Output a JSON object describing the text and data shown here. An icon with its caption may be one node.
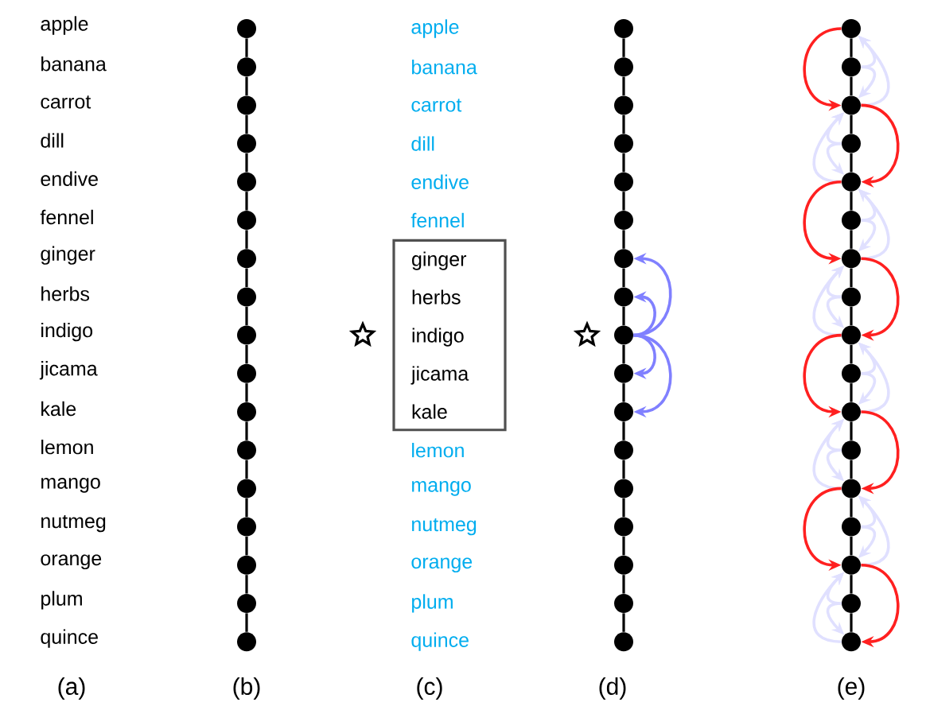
{
  "diagram": {
    "nodes": [
      {
        "text": [],
        "shape": "circle"
      },
      {
        "text": [],
        "shape": "circle"
      },
      {
        "text": [],
        "shape": "circle"
      },
      {
        "text": [],
        "shape": "circle"
      },
      {
        "text": [],
        "shape": "circle"
      },
      {
        "text": [],
        "shape": "circle"
      },
      {
        "text": [],
        "shape": "circle"
      },
      {
        "text": [],
        "shape": "circle"
      },
      {
        "text": [],
        "shape": "circle"
      },
      {
        "text": [],
        "shape": "circle"
      },
      {
        "text": [],
        "shape": "circle"
      },
      {
        "text": [],
        "shape": "circle"
      },
      {
        "text": [],
        "shape": "circle"
      },
      {
        "text": [],
        "shape": "circle"
      },
      {
        "text": [],
        "shape": "circle"
      },
      {
        "text": [],
        "shape": "circle"
      },
      {
        "text": [],
        "shape": "circle"
      },
      {
        "text": [
          "ginger",
          "herbs",
          "indigo",
          "jicama",
          "kale"
        ]
      },
      {
        "text": [],
        "shape": "circle"
      },
      {
        "text": [],
        "shape": "circle"
      },
      {
        "text": [],
        "shape": "circle"
      },
      {
        "text": [],
        "shape": "circle"
      },
      {
        "text": [],
        "shape": "circle"
      },
      {
        "text": [],
        "shape": "circle"
      },
      {
        "text": [],
        "shape": "circle"
      },
      {
        "text": [],
        "shape": "circle"
      },
      {
        "text": [],
        "shape": "circle"
      },
      {
        "text": [],
        "shape": "circle"
      },
      {
        "text": [],
        "shape": "circle"
      },
      {
        "text": [],
        "shape": "circle"
      },
      {
        "text": [],
        "shape": "circle"
      },
      {
        "text": [],
        "shape": "circle"
      },
      {
        "text": [],
        "shape": "circle"
      },
      {
        "text": [],
        "shape": "circle"
      },
      {
        "text": [],
        "shape": "circle"
      },
      {
        "text": [],
        "shape": "circle"
      },
      {
        "text": [],
        "shape": "circle"
      },
      {
        "text": [],
        "shape": "circle"
      },
      {
        "text": [],
        "shape": "circle"
      },
      {
        "text": [],
        "shape": "circle"
      },
      {
        "text": [],
        "shape": "circle"
      },
      {
        "text": [],
        "shape": "circle"
      },
      {
        "text": [],
        "shape": "circle"
      },
      {
        "text": [],
        "shape": "circle"
      },
      {
        "text": [],
        "shape": "circle"
      },
      {
        "text": [],
        "shape": "circle"
      },
      {
        "text": [],
        "shape": "circle"
      },
      {
        "text": [],
        "shape": "circle"
      },
      {
        "text": [],
        "shape": "circle"
      },
      {
        "text": [],
        "shape": "circle"
      },
      {
        "text": [],
        "shape": "circle"
      },
      {
        "text": [],
        "shape": "circle"
      }
    ],
    "edges": [
      {
        "from": 0,
        "to": 1,
        "arrow": "none"
      },
      {
        "from": 1,
        "to": 2,
        "arrow": "none"
      },
      {
        "from": 2,
        "to": 3,
        "arrow": "none"
      },
      {
        "from": 3,
        "to": 4,
        "arrow": "none"
      },
      {
        "from": 4,
        "to": 5,
        "arrow": "none"
      },
      {
        "from": 5,
        "to": 6,
        "arrow": "none"
      },
      {
        "from": 6,
        "to": 7,
        "arrow": "none"
      },
      {
        "from": 7,
        "to": 8,
        "arrow": "none"
      },
      {
        "from": 8,
        "to": 9,
        "arrow": "none"
      },
      {
        "from": 9,
        "to": 10,
        "arrow": "none"
      },
      {
        "from": 10,
        "to": 11,
        "arrow": "none"
      },
      {
        "from": 11,
        "to": 12,
        "arrow": "none"
      },
      {
        "from": 12,
        "to": 13,
        "arrow": "none"
      },
      {
        "from": 13,
        "to": 14,
        "arrow": "none"
      },
      {
        "from": 14,
        "to": 15,
        "arrow": "none"
      },
      {
        "from": 15,
        "to": 16,
        "arrow": "none"
      },
      {
        "from": 18,
        "to": 19,
        "arrow": "none"
      },
      {
        "from": 19,
        "to": 20,
        "arrow": "none"
      },
      {
        "from": 20,
        "to": 21,
        "arrow": "none"
      },
      {
        "from": 21,
        "to": 22,
        "arrow": "none"
      },
      {
        "from": 22,
        "to": 23,
        "arrow": "none"
      },
      {
        "from": 23,
        "to": 24,
        "arrow": "none"
      },
      {
        "from": 24,
        "to": 25,
        "arrow": "none"
      },
      {
        "from": 25,
        "to": 26,
        "arrow": "none"
      },
      {
        "from": 26,
        "to": 27,
        "arrow": "none"
      },
      {
        "from": 27,
        "to": 28,
        "arrow": "none"
      },
      {
        "from": 28,
        "to": 29,
        "arrow": "none"
      },
      {
        "from": 29,
        "to": 30,
        "arrow": "none"
      },
      {
        "from": 30,
        "to": 31,
        "arrow": "none"
      },
      {
        "from": 31,
        "to": 32,
        "arrow": "none"
      },
      {
        "from": 32,
        "to": 33,
        "arrow": "none"
      },
      {
        "from": 33,
        "to": 34,
        "arrow": "none"
      },
      {
        "from": 26,
        "to": 24,
        "arrow": "to",
        "color": "#8080ff"
      },
      {
        "from": 26,
        "to": 25,
        "arrow": "to",
        "color": "#8080ff"
      },
      {
        "from": 26,
        "to": 27,
        "arrow": "to",
        "color": "#8080ff"
      },
      {
        "from": 26,
        "to": 28,
        "arrow": "to",
        "color": "#8080ff"
      },
      {
        "from": 35,
        "to": 36,
        "arrow": "none"
      },
      {
        "from": 36,
        "to": 37,
        "arrow": "none"
      },
      {
        "from": 37,
        "to": 38,
        "arrow": "none"
      },
      {
        "from": 38,
        "to": 39,
        "arrow": "none"
      },
      {
        "from": 39,
        "to": 40,
        "arrow": "none"
      },
      {
        "from": 40,
        "to": 41,
        "arrow": "none"
      },
      {
        "from": 41,
        "to": 42,
        "arrow": "none"
      },
      {
        "from": 42,
        "to": 43,
        "arrow": "none"
      },
      {
        "from": 43,
        "to": 44,
        "arrow": "none"
      },
      {
        "from": 44,
        "to": 45,
        "arrow": "none"
      },
      {
        "from": 45,
        "to": 46,
        "arrow": "none"
      },
      {
        "from": 46,
        "to": 47,
        "arrow": "none"
      },
      {
        "from": 47,
        "to": 48,
        "arrow": "none"
      },
      {
        "from": 48,
        "to": 49,
        "arrow": "none"
      },
      {
        "from": 49,
        "to": 50,
        "arrow": "none"
      },
      {
        "from": 50,
        "to": 51,
        "arrow": "none"
      },
      {
        "from": 37,
        "to": 35,
        "arrow": "to",
        "color": "#e0e0ff"
      },
      {
        "from": 36,
        "to": 35,
        "arrow": "to",
        "color": "#e0e0ff"
      },
      {
        "from": 36,
        "to": 37,
        "arrow": "to",
        "color": "#e0e0ff"
      },
      {
        "from": 39,
        "to": 37,
        "arrow": "to",
        "color": "#e0e0ff"
      },
      {
        "from": 38,
        "to": 37,
        "arrow": "to",
        "color": "#e0e0ff"
      },
      {
        "from": 38,
        "to": 39,
        "arrow": "to",
        "color": "#e0e0ff"
      },
      {
        "from": 41,
        "to": 39,
        "arrow": "to",
        "color": "#e0e0ff"
      },
      {
        "from": 40,
        "to": 39,
        "arrow": "to",
        "color": "#e0e0ff"
      },
      {
        "from": 40,
        "to": 41,
        "arrow": "to",
        "color": "#e0e0ff"
      },
      {
        "from": 43,
        "to": 41,
        "arrow": "to",
        "color": "#e0e0ff"
      },
      {
        "from": 42,
        "to": 41,
        "arrow": "to",
        "color": "#e0e0ff"
      },
      {
        "from": 42,
        "to": 43,
        "arrow": "to",
        "color": "#e0e0ff"
      },
      {
        "from": 45,
        "to": 43,
        "arrow": "to",
        "color": "#e0e0ff"
      },
      {
        "from": 44,
        "to": 43,
        "arrow": "to",
        "color": "#e0e0ff"
      },
      {
        "from": 44,
        "to": 45,
        "arrow": "to",
        "color": "#e0e0ff"
      },
      {
        "from": 47,
        "to": 45,
        "arrow": "to",
        "color": "#e0e0ff"
      },
      {
        "from": 46,
        "to": 45,
        "arrow": "to",
        "color": "#e0e0ff"
      },
      {
        "from": 46,
        "to": 47,
        "arrow": "to",
        "color": "#e0e0ff"
      },
      {
        "from": 49,
        "to": 47,
        "arrow": "to",
        "color": "#e0e0ff"
      },
      {
        "from": 48,
        "to": 47,
        "arrow": "to",
        "color": "#e0e0ff"
      },
      {
        "from": 48,
        "to": 49,
        "arrow": "to",
        "color": "#e0e0ff"
      },
      {
        "from": 51,
        "to": 49,
        "arrow": "to",
        "color": "#e0e0ff"
      },
      {
        "from": 50,
        "to": 49,
        "arrow": "to",
        "color": "#e0e0ff"
      },
      {
        "from": 50,
        "to": 51,
        "arrow": "to",
        "color": "#e0e0ff"
      },
      {
        "from": 35,
        "to": 37,
        "arrow": "to",
        "color": "#ff2020"
      },
      {
        "from": 37,
        "to": 39,
        "arrow": "to",
        "color": "#ff2020"
      },
      {
        "from": 39,
        "to": 41,
        "arrow": "to",
        "color": "#ff2020"
      },
      {
        "from": 41,
        "to": 43,
        "arrow": "to",
        "color": "#ff2020"
      },
      {
        "from": 43,
        "to": 45,
        "arrow": "to",
        "color": "#ff2020"
      },
      {
        "from": 45,
        "to": 47,
        "arrow": "to",
        "color": "#ff2020"
      },
      {
        "from": 47,
        "to": 49,
        "arrow": "to",
        "color": "#ff2020"
      },
      {
        "from": 49,
        "to": 51,
        "arrow": "to",
        "color": "#ff2020"
      }
    ],
    "labels": [
      "apple",
      "banana",
      "carrot",
      "dill",
      "endive",
      "fennel",
      "ginger",
      "herbs",
      "indigo",
      "jicama",
      "kale",
      "lemon",
      "mango",
      "nutmeg",
      "orange",
      "plum",
      "quince",
      "apple",
      "banana",
      "carrot",
      "dill",
      "endive",
      "fennel",
      "lemon",
      "mango",
      "nutmeg",
      "orange",
      "plum",
      "quince",
      "(a)",
      "(b)",
      "(c)",
      "(d)",
      "(e)"
    ]
  }
}
